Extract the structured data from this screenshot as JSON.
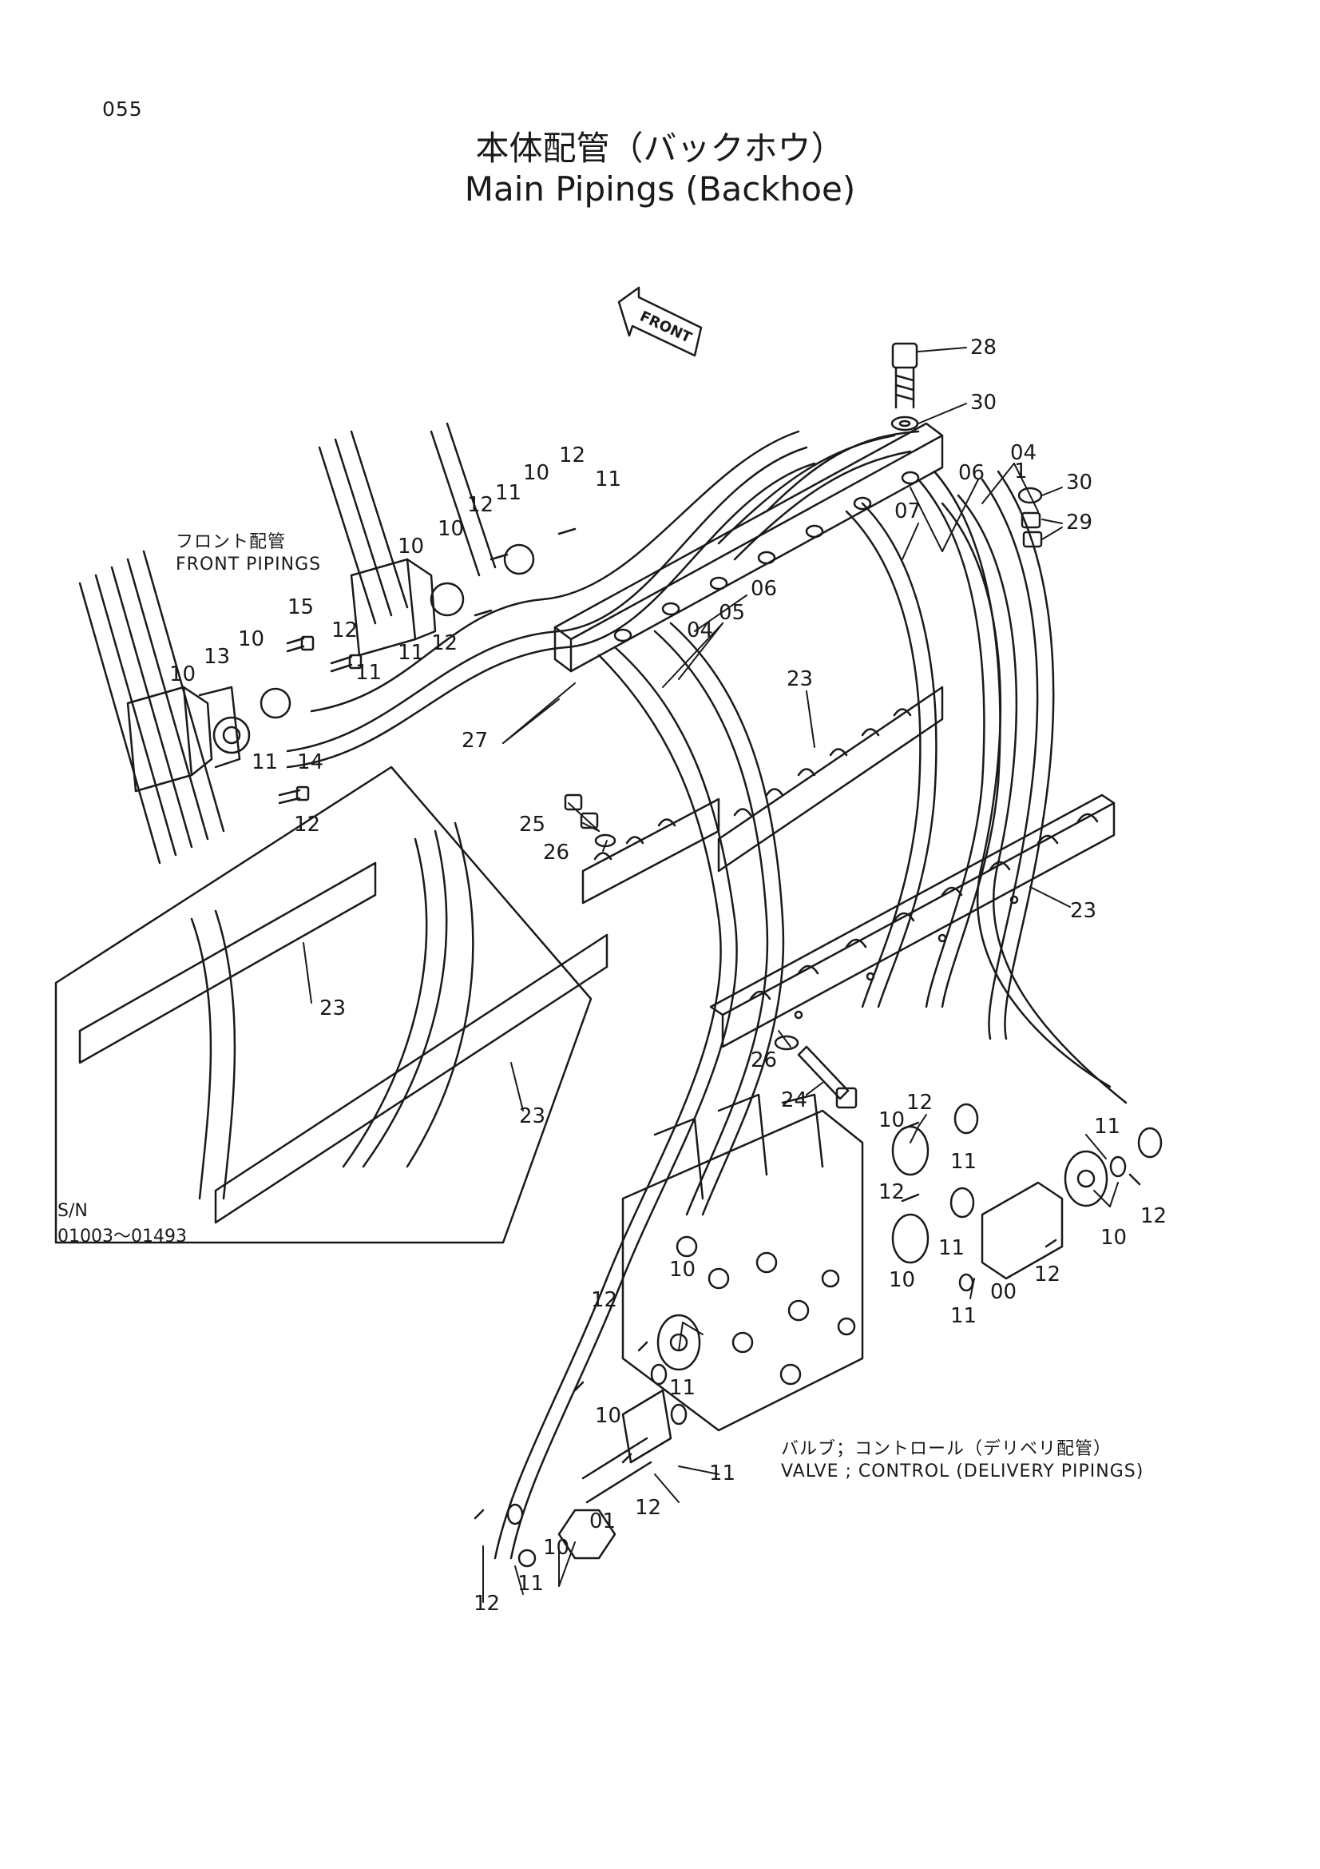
{
  "page_number": "055",
  "title_jp": "本体配管（バックホウ）",
  "title_en": "Main Pipings (Backhoe)",
  "front_arrow": "FRONT",
  "front_pipings": {
    "jp": "フロント配管",
    "en": "FRONT PIPINGS"
  },
  "valve_label": {
    "jp": "バルブ；コントロール（デリベリ配管）",
    "en": "VALVE ; CONTROL (DELIVERY PIPINGS)"
  },
  "serial": {
    "prefix": "S/N",
    "range": "01003～01493"
  },
  "part_callouts": [
    {
      "id": "c28",
      "text": "28"
    },
    {
      "id": "c30a",
      "text": "30"
    },
    {
      "id": "c04a",
      "text": "04"
    },
    {
      "id": "c1",
      "text": "1"
    },
    {
      "id": "c30b",
      "text": "30"
    },
    {
      "id": "c29",
      "text": "29"
    },
    {
      "id": "c06a",
      "text": "06"
    },
    {
      "id": "c07",
      "text": "07"
    },
    {
      "id": "c06b",
      "text": "06"
    },
    {
      "id": "c05",
      "text": "05"
    },
    {
      "id": "c04b",
      "text": "04"
    },
    {
      "id": "c23a",
      "text": "23"
    },
    {
      "id": "c27",
      "text": "27"
    },
    {
      "id": "c12a",
      "text": "12"
    },
    {
      "id": "c11a",
      "text": "11"
    },
    {
      "id": "c10a",
      "text": "10"
    },
    {
      "id": "c11b",
      "text": "11"
    },
    {
      "id": "c12b",
      "text": "12"
    },
    {
      "id": "c10b",
      "text": "10"
    },
    {
      "id": "c10c",
      "text": "10"
    },
    {
      "id": "c11c",
      "text": "11"
    },
    {
      "id": "c12c",
      "text": "12"
    },
    {
      "id": "c15",
      "text": "15"
    },
    {
      "id": "c12d",
      "text": "12"
    },
    {
      "id": "c11d",
      "text": "11"
    },
    {
      "id": "c10d",
      "text": "10"
    },
    {
      "id": "c13",
      "text": "13"
    },
    {
      "id": "c10e",
      "text": "10"
    },
    {
      "id": "c11e",
      "text": "11"
    },
    {
      "id": "c14",
      "text": "14"
    },
    {
      "id": "c12e",
      "text": "12"
    },
    {
      "id": "c25",
      "text": "25"
    },
    {
      "id": "c26a",
      "text": "26"
    },
    {
      "id": "c23b",
      "text": "23"
    },
    {
      "id": "c23c",
      "text": "23"
    },
    {
      "id": "c23d",
      "text": "23"
    },
    {
      "id": "c26b",
      "text": "26"
    },
    {
      "id": "c24",
      "text": "24"
    },
    {
      "id": "c12f",
      "text": "12"
    },
    {
      "id": "c10f",
      "text": "10"
    },
    {
      "id": "c11f",
      "text": "11"
    },
    {
      "id": "c12g",
      "text": "12"
    },
    {
      "id": "c11g",
      "text": "11"
    },
    {
      "id": "c10g",
      "text": "10"
    },
    {
      "id": "c11h",
      "text": "11"
    },
    {
      "id": "c12h",
      "text": "12"
    },
    {
      "id": "c10h",
      "text": "10"
    },
    {
      "id": "c12i",
      "text": "12"
    },
    {
      "id": "c00",
      "text": "00"
    },
    {
      "id": "c11i",
      "text": "11"
    },
    {
      "id": "c12j",
      "text": "12"
    },
    {
      "id": "c10i",
      "text": "10"
    },
    {
      "id": "c11j",
      "text": "11"
    },
    {
      "id": "c10j",
      "text": "10"
    },
    {
      "id": "c11k",
      "text": "11"
    },
    {
      "id": "c12k",
      "text": "12"
    },
    {
      "id": "c01",
      "text": "01"
    },
    {
      "id": "c10k",
      "text": "10"
    },
    {
      "id": "c11l",
      "text": "11"
    },
    {
      "id": "c12l",
      "text": "12"
    }
  ]
}
